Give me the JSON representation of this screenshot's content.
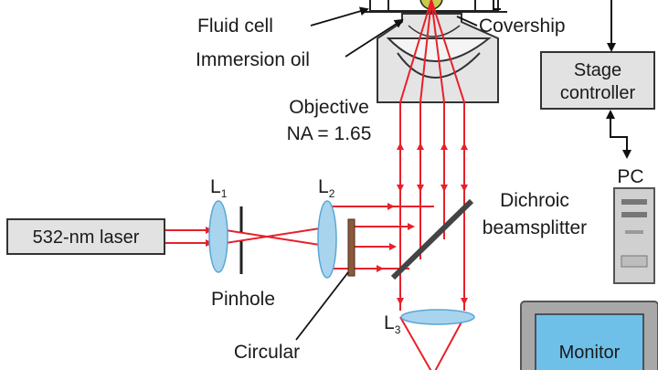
{
  "labels": {
    "fluid_cell": "Fluid cell",
    "covership": "Covership",
    "immersion_oil": "Immersion oil",
    "objective_line1": "Objective",
    "objective_line2": "NA = 1.65",
    "stage_controller_line1": "Stage",
    "stage_controller_line2": "controller",
    "pc": "PC",
    "l1": "L",
    "l1_sub": "1",
    "l2": "L",
    "l2_sub": "2",
    "l3": "L",
    "l3_sub": "3",
    "dichroic_line1": "Dichroic",
    "dichroic_line2": "beamsplitter",
    "laser": "532-nm laser",
    "pinhole": "Pinhole",
    "circular": "Circular",
    "monitor": "Monitor"
  },
  "colors": {
    "beam": "#e8202a",
    "lens": "#a9d4ee",
    "lens_stroke": "#5aa6d6",
    "box_fill": "#e2e2e2",
    "box_stroke": "#333333",
    "monitor_screen": "#6ec0e8",
    "monitor_body": "#a8a8a8"
  }
}
